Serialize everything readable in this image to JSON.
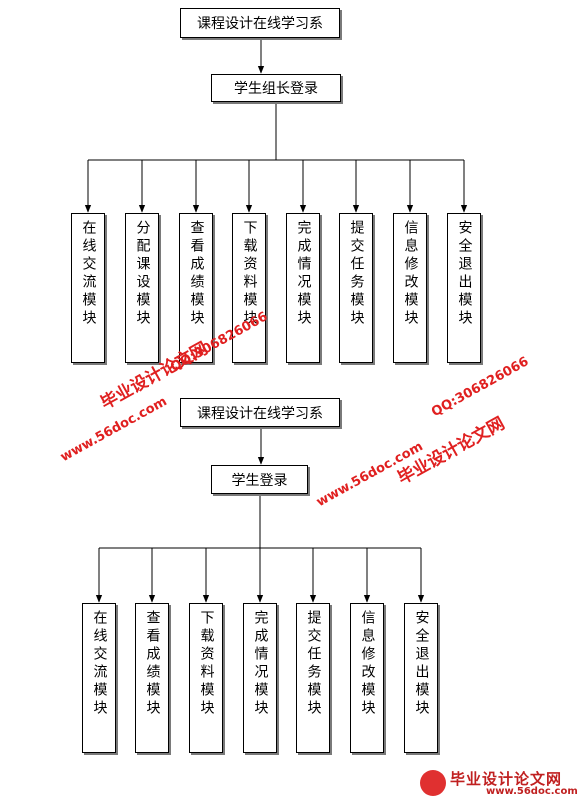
{
  "tree1": {
    "root": "课程设计在线学习系",
    "login": "学生组长登录",
    "modules": [
      "在线交流模块",
      "分配课设模块",
      "查看成绩模块",
      "下载资料模块",
      "完成情况模块",
      "提交任务模块",
      "信息修改模块",
      "安全退出模块"
    ]
  },
  "tree2": {
    "root": "课程设计在线学习系",
    "login": "学生登录",
    "modules": [
      "在线交流模块",
      "查看成绩模块",
      "下载资料模块",
      "完成情况模块",
      "提交任务模块",
      "信息修改模块",
      "安全退出模块"
    ]
  },
  "watermarks": {
    "cn": "毕业设计论文网",
    "url": "www.56doc.com",
    "qq": "QQ:306826066"
  },
  "logo": {
    "title": "毕业设计论文网",
    "url": "www.56doc.com"
  },
  "colors": {
    "watermark": "#e02020",
    "line": "#000000"
  }
}
